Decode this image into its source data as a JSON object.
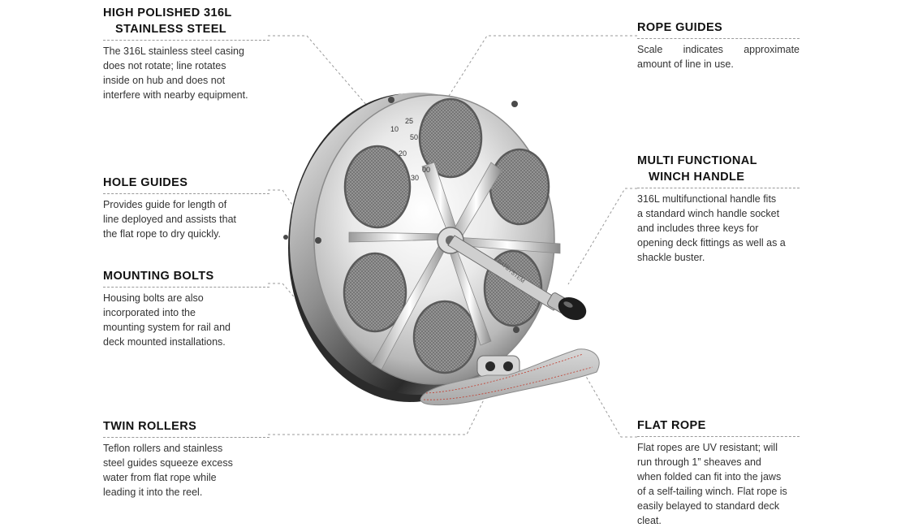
{
  "features": {
    "steel": {
      "title_line1": "HIGH POLISHED 316L",
      "title_line2": "STAINLESS STEEL",
      "desc": [
        "The 316L stainless steel casing",
        "does not rotate; line rotates",
        "inside on hub and does not",
        "interfere with nearby equipment."
      ]
    },
    "hole_guides": {
      "title": "HOLE GUIDES",
      "desc": [
        "Provides guide for length of",
        "line deployed and assists that",
        "the flat rope to dry quickly."
      ]
    },
    "mounting_bolts": {
      "title": "MOUNTING BOLTS",
      "desc": [
        "Housing bolts are also",
        "incorporated into the",
        "mounting system for rail and",
        "deck mounted installations."
      ]
    },
    "twin_rollers": {
      "title": "TWIN ROLLERS",
      "desc": [
        "Teflon rollers and stainless",
        "steel guides squeeze excess",
        "water from flat rope while",
        "leading it into the reel."
      ]
    },
    "rope_guides": {
      "title": "ROPE GUIDES",
      "desc": "Scale indicates approximate amount of line in use."
    },
    "winch_handle": {
      "title_line1": "MULTI FUNCTIONAL",
      "title_line2": "WINCH HANDLE",
      "desc": [
        "316L multifunctional handle fits",
        "a standard winch handle socket",
        "and includes three keys for",
        "opening deck fittings as well as a",
        "shackle buster."
      ]
    },
    "flat_rope": {
      "title": "FLAT ROPE",
      "desc": [
        "Flat ropes are UV resistant; will",
        "run through 1” sheaves and",
        "when folded can fit into the jaws",
        "of a self-tailing winch. Flat rope is",
        "easily belayed to standard deck",
        "cleat."
      ]
    }
  },
  "scale_labels": [
    "10",
    "25",
    "50",
    "20",
    "00",
    "30"
  ],
  "brand_mark": "BATSYSTEM",
  "colors": {
    "title": "#111111",
    "text": "#333333",
    "leader": "#9a9a9a",
    "rope_stitch": "#c0392b"
  }
}
